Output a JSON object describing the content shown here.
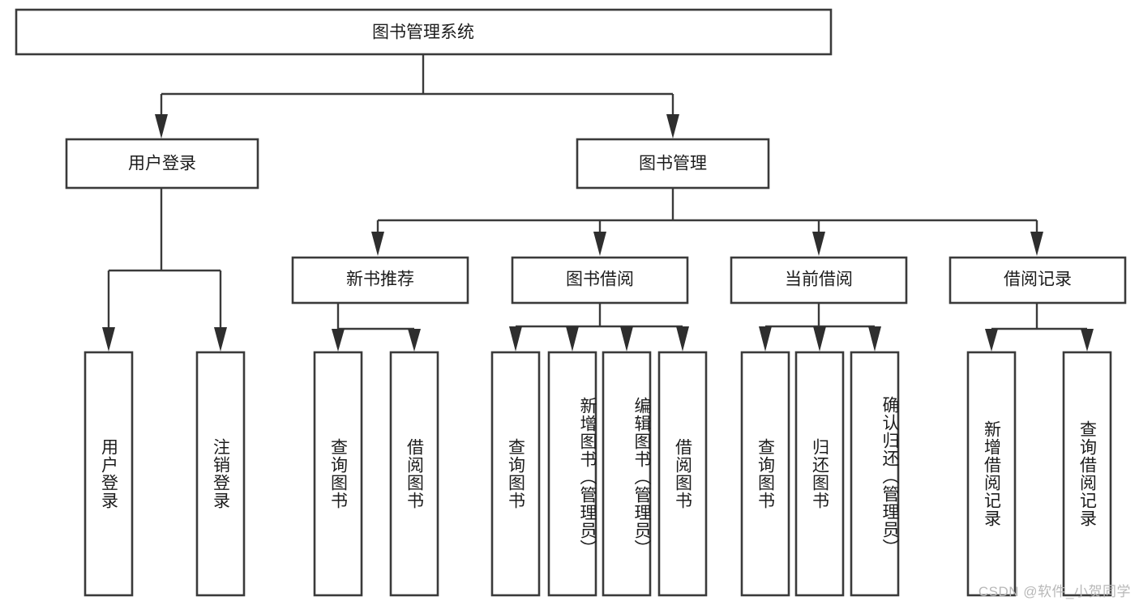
{
  "diagram": {
    "title": "图书管理系统",
    "type": "tree",
    "watermark": "CSDN @软件_小贺同学",
    "colors": {
      "box_stroke": "#3a3a3a",
      "box_fill": "#ffffff",
      "connector": "#3a3a3a",
      "text": "#1c1c1c",
      "watermark": "#b8b8b8",
      "background": "#ffffff"
    },
    "root": {
      "label": "图书管理系统"
    },
    "level2": [
      {
        "label": "用户登录"
      },
      {
        "label": "图书管理"
      }
    ],
    "level3": [
      {
        "label": "新书推荐"
      },
      {
        "label": "图书借阅"
      },
      {
        "label": "当前借阅"
      },
      {
        "label": "借阅记录"
      }
    ],
    "leaves": {
      "user_login": [
        {
          "label": "用户登录"
        },
        {
          "label": "注销登录"
        }
      ],
      "new_book_recommend": [
        {
          "label": "查询图书"
        },
        {
          "label": "借阅图书"
        }
      ],
      "book_borrow": [
        {
          "label": "查询图书"
        },
        {
          "label": "新增图书（管理员）"
        },
        {
          "label": "编辑图书（管理员）"
        },
        {
          "label": "借阅图书"
        }
      ],
      "current_borrow": [
        {
          "label": "查询图书"
        },
        {
          "label": "归还图书"
        },
        {
          "label": "确认归还（管理员）"
        }
      ],
      "borrow_record": [
        {
          "label": "新增借阅记录"
        },
        {
          "label": "查询借阅记录"
        }
      ]
    }
  }
}
